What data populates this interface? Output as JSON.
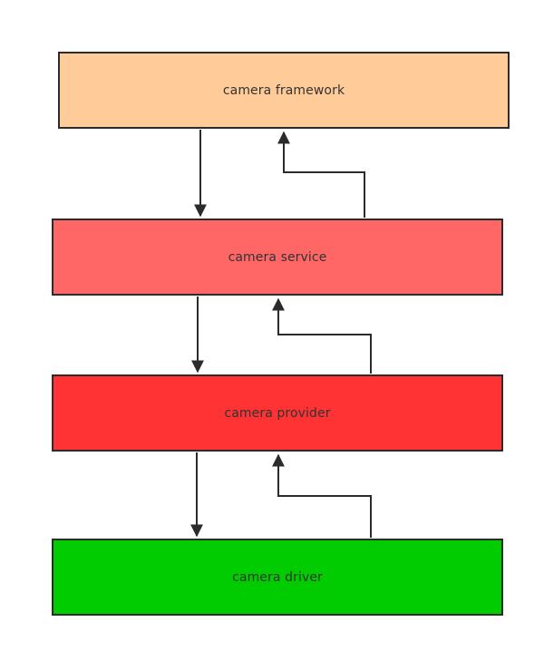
{
  "nodes": [
    {
      "label": "camera framework",
      "color": "#FFCC99"
    },
    {
      "label": "camera service",
      "color": "#FF6666"
    },
    {
      "label": "camera provider",
      "color": "#FF3333"
    },
    {
      "label": "camera driver",
      "color": "#00CC00"
    }
  ],
  "edges": [
    {
      "from": "camera framework",
      "to": "camera service"
    },
    {
      "from": "camera service",
      "to": "camera framework"
    },
    {
      "from": "camera service",
      "to": "camera provider"
    },
    {
      "from": "camera provider",
      "to": "camera service"
    },
    {
      "from": "camera provider",
      "to": "camera driver"
    },
    {
      "from": "camera driver",
      "to": "camera provider"
    }
  ]
}
